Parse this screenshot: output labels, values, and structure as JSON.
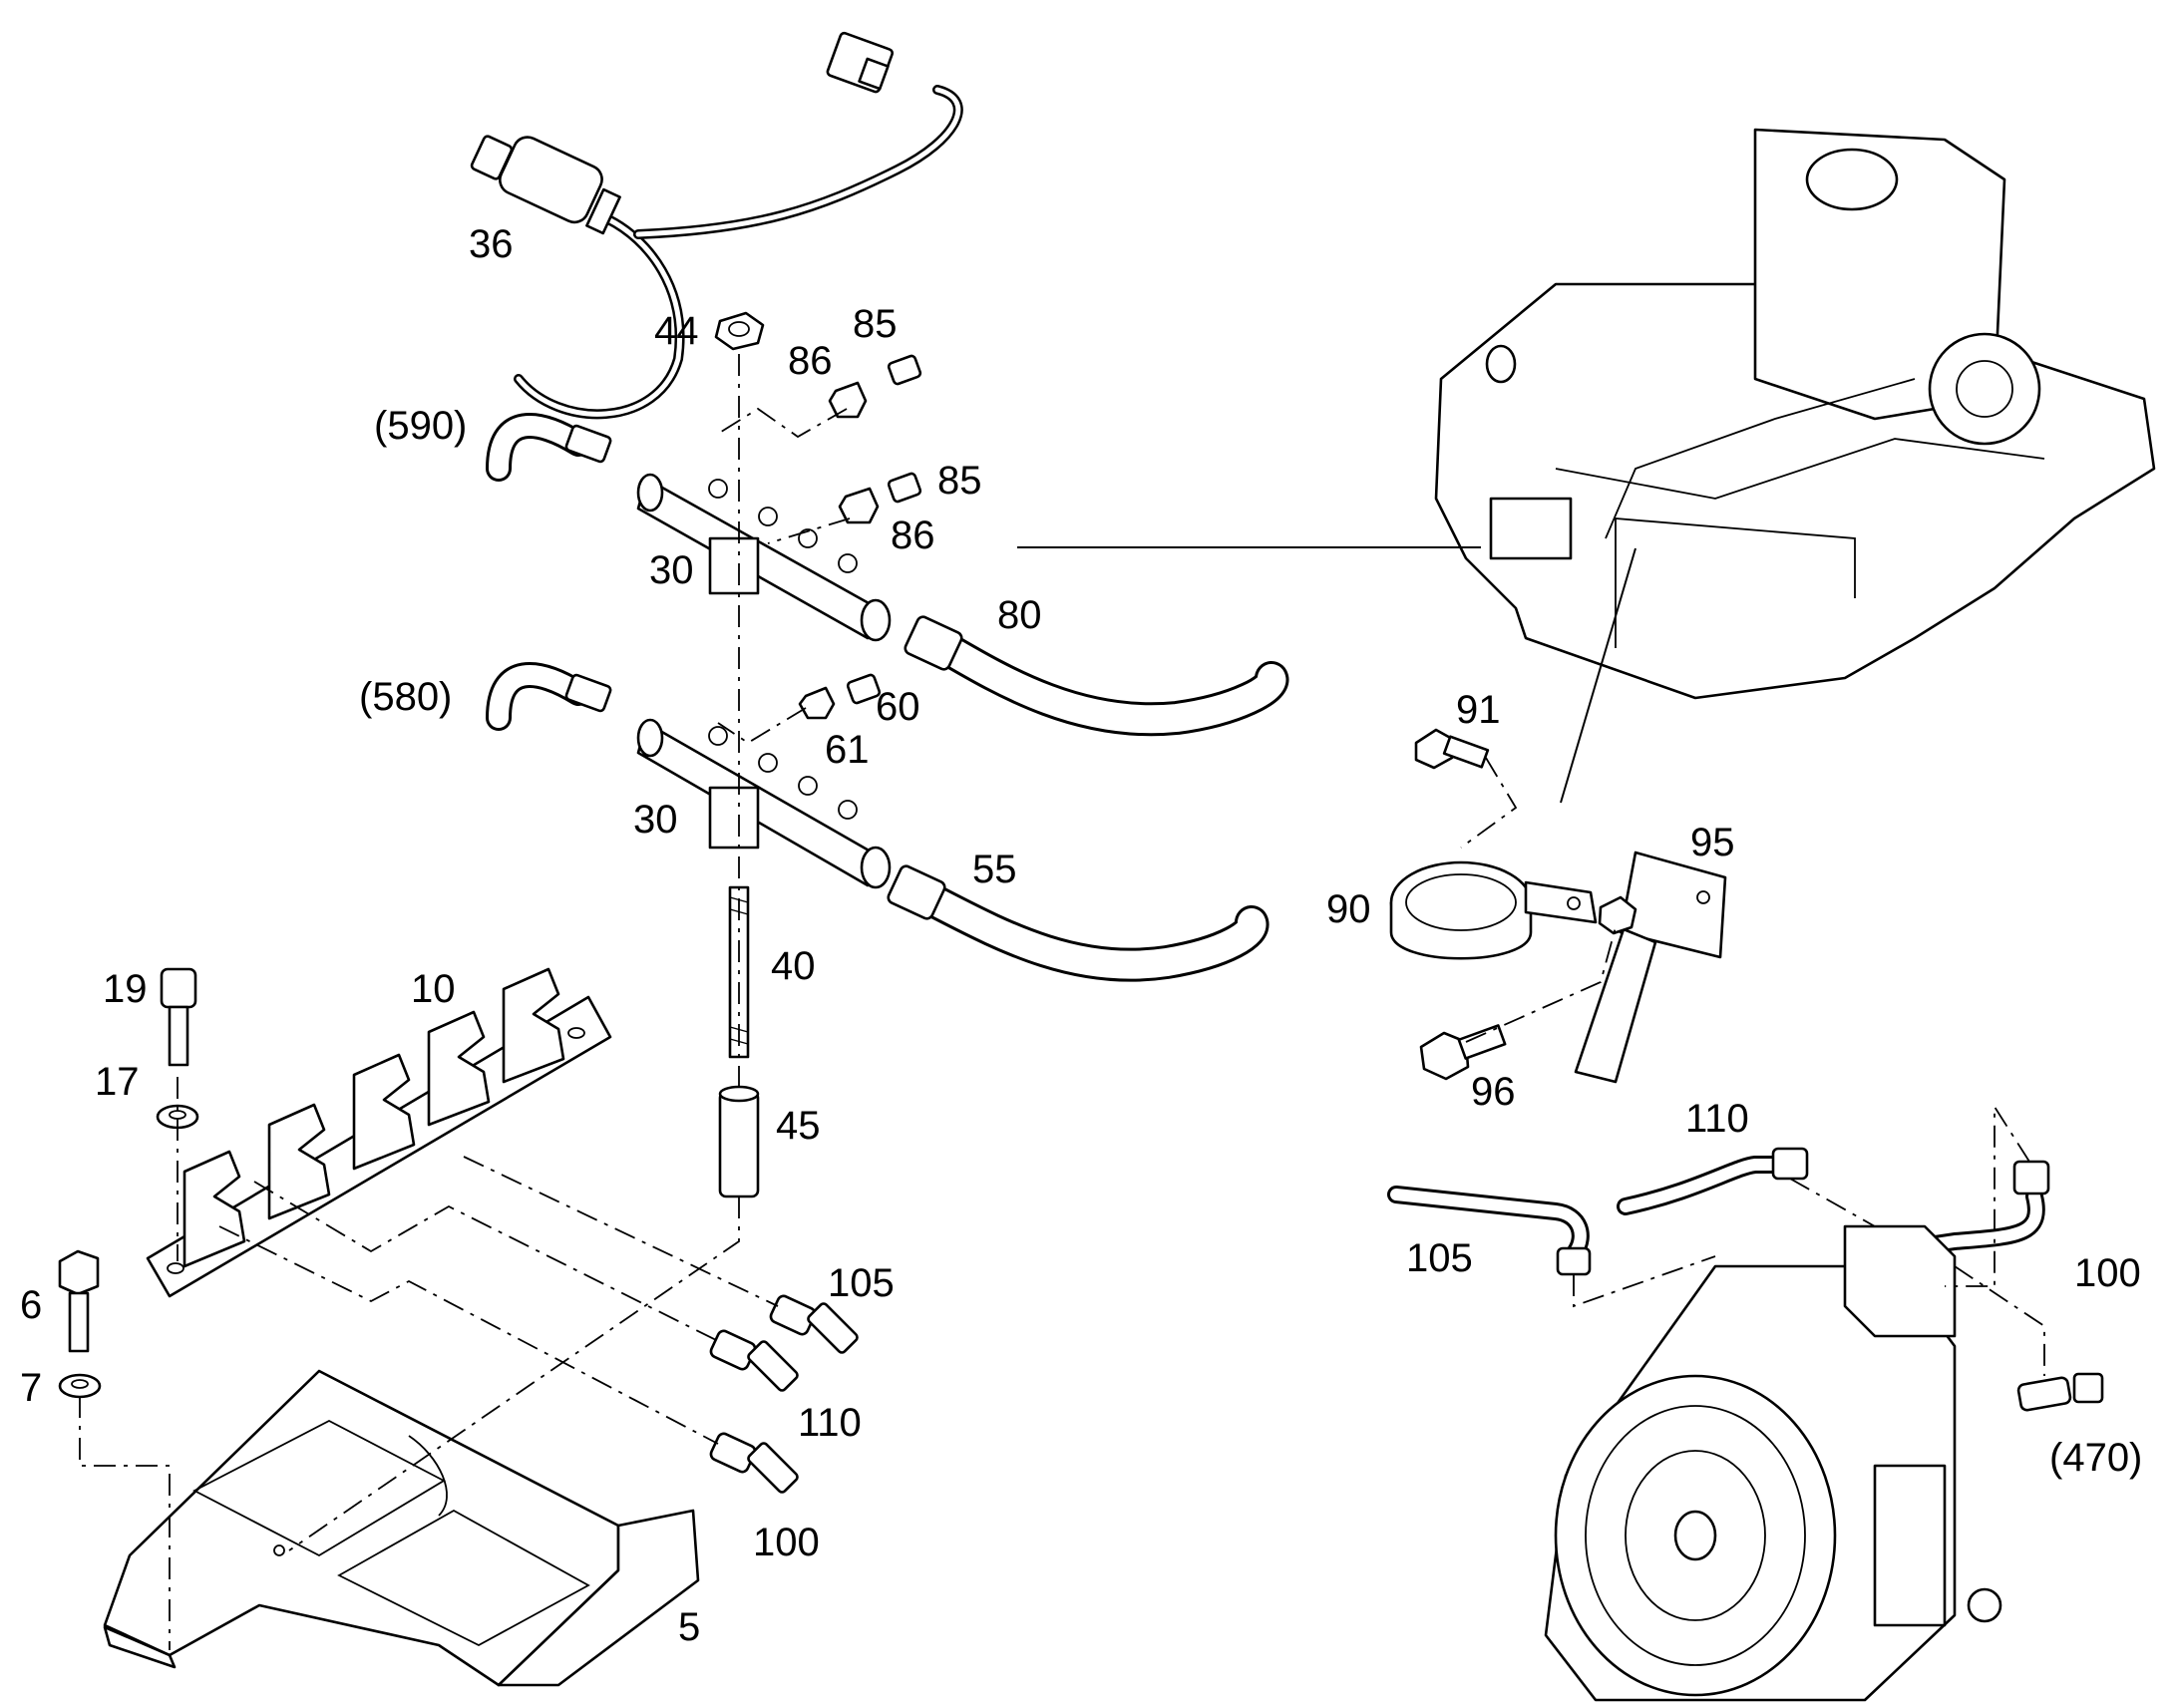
{
  "callouts": {
    "c36": "36",
    "c44": "44",
    "c86a": "86",
    "c85a": "85",
    "c590": "(590)",
    "c85b": "85",
    "c86b": "86",
    "c30a": "30",
    "c80": "80",
    "c580": "(580)",
    "c60": "60",
    "c61": "61",
    "c30b": "30",
    "c55": "55",
    "c40": "40",
    "c19": "19",
    "c10": "10",
    "c17": "17",
    "c45": "45",
    "c6": "6",
    "c7": "7",
    "c105a": "105",
    "c110a": "110",
    "c100a": "100",
    "c5": "5",
    "c91": "91",
    "c95": "95",
    "c90": "90",
    "c96": "96",
    "c110b": "110",
    "c105b": "105",
    "c100b": "100",
    "c470": "(470)"
  }
}
